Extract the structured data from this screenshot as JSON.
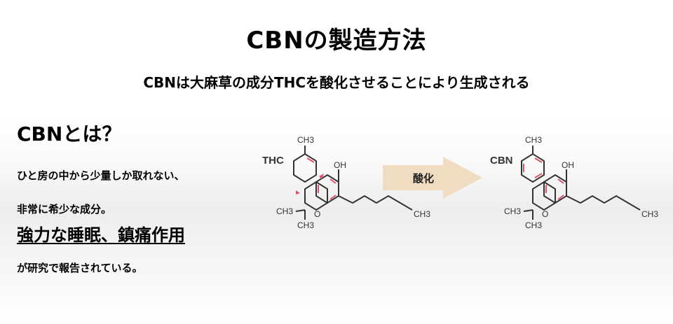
{
  "title": "CBNの製造方法",
  "subtitle": "CBNは大麻草の成分THCを酸化させることにより生成される",
  "section": {
    "heading": "CBNとは？",
    "line1": "ひと房の中から少量しか取れない、",
    "line2": "非常に希少な成分。",
    "line3": "強力な睡眠、鎮痛作用",
    "line4": "が研究で報告されている。"
  },
  "diagram": {
    "thc": {
      "name": "THC",
      "ch3_top": "CH3",
      "oh": "OH",
      "ch3_left": "CH3",
      "o": "O",
      "ch3_bottom": "CH3",
      "ch3_chain": "CH3"
    },
    "arrow_label": "酸化",
    "cbn": {
      "name": "CBN",
      "ch3_top": "CH3",
      "oh": "OH",
      "ch3_left": "CH3",
      "o": "O",
      "ch3_bottom": "CH3",
      "ch3_chain": "CH3"
    },
    "colors": {
      "bond": "#333333",
      "highlight": "#e3506a",
      "arrow": "#f0dcc0",
      "arrow_text": "#222222"
    }
  }
}
